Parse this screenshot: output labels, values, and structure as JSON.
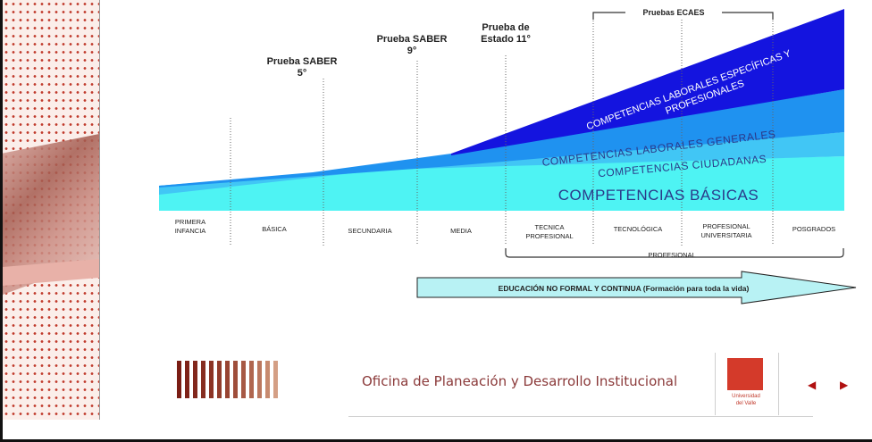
{
  "tests": {
    "saber5": [
      "Prueba SABER",
      "5°"
    ],
    "saber9": [
      "Prueba SABER",
      "9°"
    ],
    "estado11": [
      "Prueba de",
      "Estado 11°"
    ],
    "ecaes": "Pruebas ECAES"
  },
  "bands": {
    "basicas": "COMPETENCIAS BÁSICAS",
    "ciudadanas": "COMPETENCIAS CIUDADANAS",
    "laborales_generales": "COMPETENCIAS LABORALES GENERALES",
    "laborales_especificas_1": "COMPETENCIAS LABORALES ESPECÍFICAS Y",
    "laborales_especificas_2": "PROFESIONALES"
  },
  "stages": [
    [
      "PRIMERA",
      "INFANCIA"
    ],
    [
      "BÁSICA"
    ],
    [
      "SECUNDARIA"
    ],
    [
      "MEDIA"
    ],
    [
      "TECNICA",
      "PROFESIONAL"
    ],
    [
      "TECNOLÓGICA"
    ],
    [
      "PROFESIONAL",
      "UNIVERSITARIA"
    ],
    [
      "POSGRADOS"
    ]
  ],
  "profesional": "PROFESIONAL",
  "educacion": "EDUCACIÓN NO FORMAL Y CONTINUA (Formación para toda la vida)",
  "footer": {
    "office": "Oficina de Planeación y Desarrollo Institucional",
    "logo_line1": "Universidad",
    "logo_line2": "del Valle",
    "prev": "◀",
    "next": "▶"
  },
  "colors": {
    "basicas": "#4ef3f3",
    "ciudadanas": "#3fc4f5",
    "generales": "#1e8ff0",
    "especificas": "#1515e0",
    "arrow": "#b8f2f4",
    "bars": [
      "#7a1d14",
      "#7e2218",
      "#82271c",
      "#872d20",
      "#8c3425",
      "#923c2b",
      "#984432",
      "#9f4e3b",
      "#a75945",
      "#b0664f",
      "#bb775e",
      "#c78a6f",
      "#d49f85"
    ]
  }
}
